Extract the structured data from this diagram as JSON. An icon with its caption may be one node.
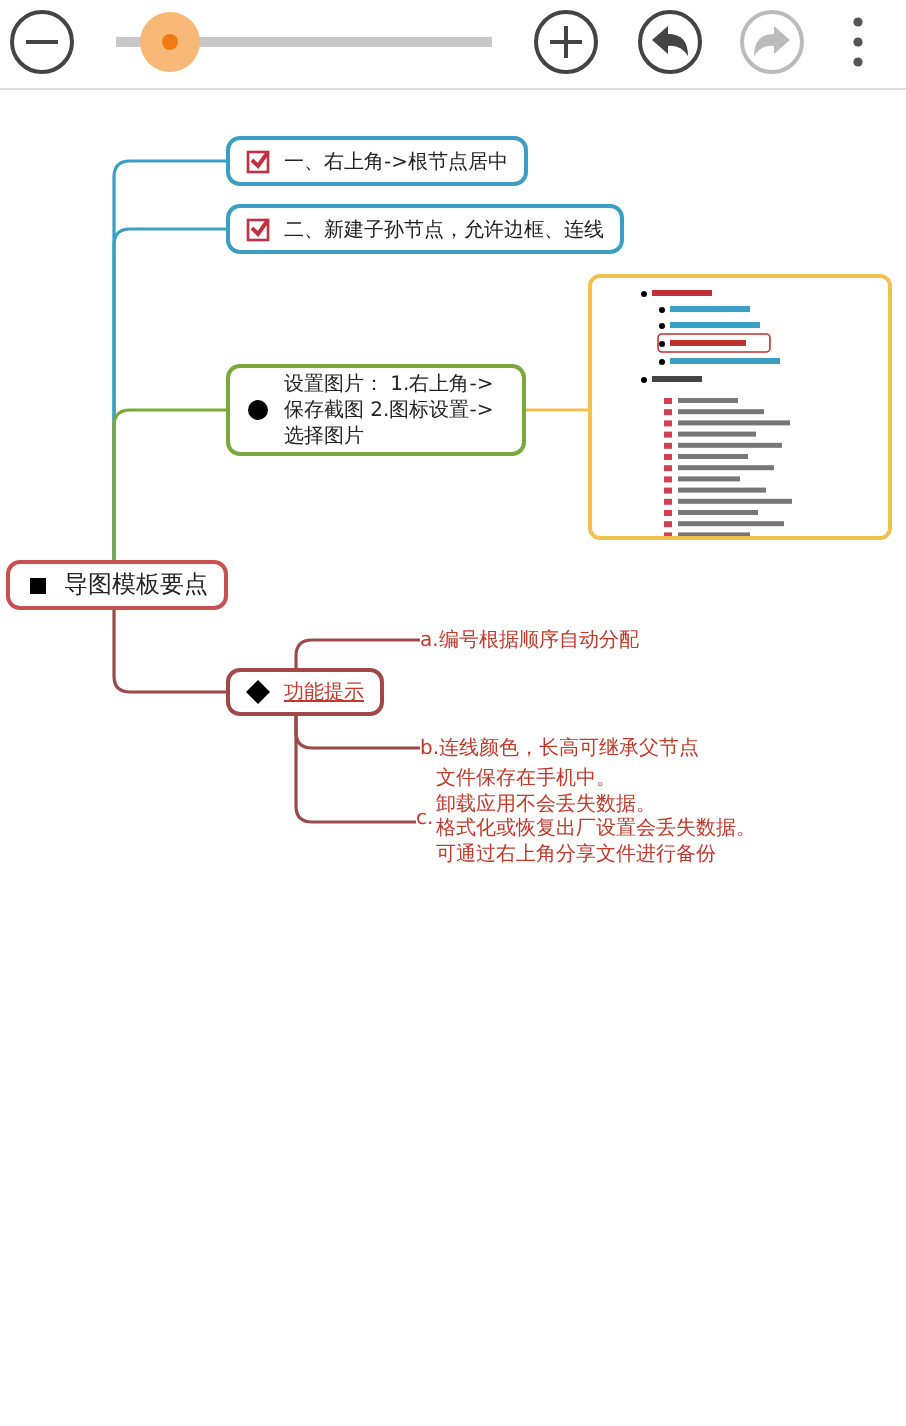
{
  "diagram": {
    "nodes": [
      {
        "text": [
          "导图模板要点"
        ]
      },
      {
        "text": [
          "一、右上角->根节点居中"
        ]
      },
      {
        "text": [
          "二、新建子孙节点，允许边框、连线"
        ]
      },
      {
        "text": [
          "设置图片： 1.右上角->保存截图 2.图标设置->选择图片"
        ]
      },
      {
        "text": [],
        "shape": "picture"
      },
      {
        "text": [
          "功能提示"
        ]
      },
      {
        "text": [
          "a.编号根据顺序自动分配"
        ]
      },
      {
        "text": [
          "b.连线颜色，长高可继承父节点"
        ]
      },
      {
        "text": [
          "c.",
          "文件保存在手机中。卸载应用不会丢失数据。格式化或恢复出厂设置会丢失数据。可通过右上角分享文件进行备份"
        ]
      }
    ],
    "edges": [
      {
        "from": 0,
        "to": 1,
        "arrow": "none",
        "color": "#3a9fc0"
      },
      {
        "from": 0,
        "to": 2,
        "arrow": "none",
        "color": "#3a9fc0"
      },
      {
        "from": 0,
        "to": 3,
        "arrow": "none",
        "color": "#7aa83a"
      },
      {
        "from": 3,
        "to": 4,
        "arrow": "none",
        "color": "#f0c050"
      },
      {
        "from": 0,
        "to": 5,
        "arrow": "none",
        "color": "#9a4a4a"
      },
      {
        "from": 5,
        "to": 6,
        "arrow": "none",
        "color": "#9a4a4a"
      },
      {
        "from": 5,
        "to": 7,
        "arrow": "none",
        "color": "#9a4a4a"
      },
      {
        "from": 5,
        "to": 8,
        "arrow": "none",
        "color": "#9a4a4a"
      }
    ]
  }
}
